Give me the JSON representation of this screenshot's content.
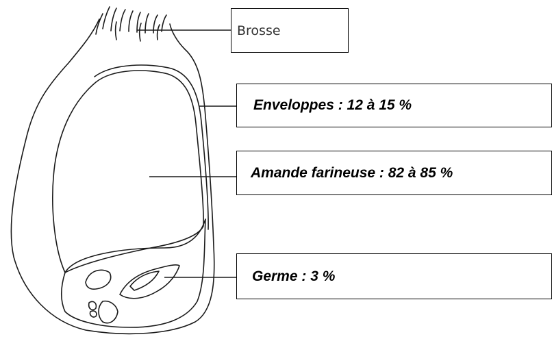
{
  "diagram": {
    "labels": {
      "brosse": "Brosse",
      "enveloppes": "Enveloppes : 12 à 15 %",
      "amande": "Amande farineuse : 82 à 85 %",
      "germe": "Germe : 3 %"
    }
  }
}
